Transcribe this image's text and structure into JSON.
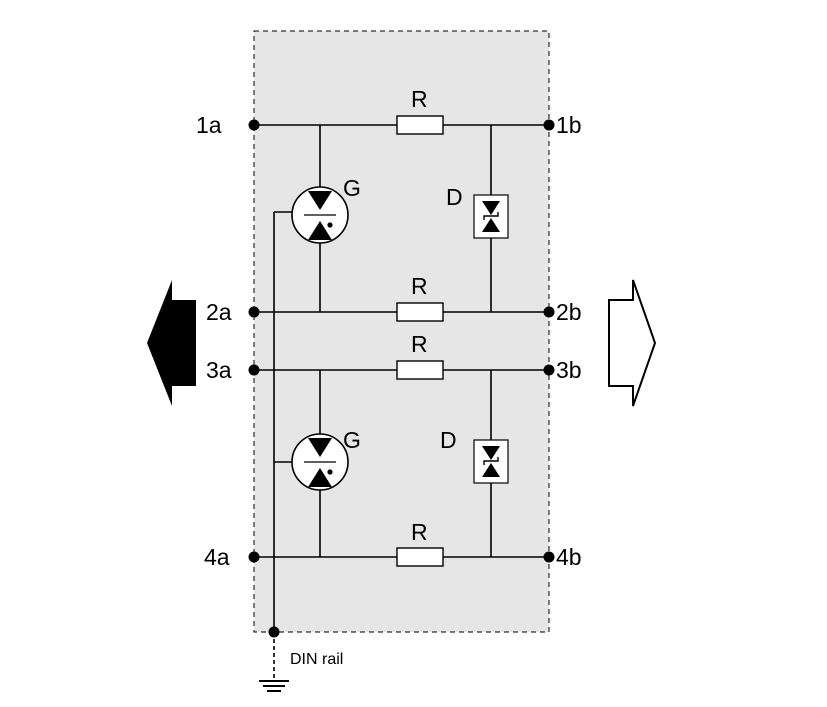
{
  "terminals": {
    "t1a": "1a",
    "t1b": "1b",
    "t2a": "2a",
    "t2b": "2b",
    "t3a": "3a",
    "t3b": "3b",
    "t4a": "4a",
    "t4b": "4b"
  },
  "components": {
    "resistor": "R",
    "gas_discharge_tube": "G",
    "diode": "D"
  },
  "ground_label": "DIN rail",
  "colors": {
    "enclosure_fill": "#e6e6e6",
    "line": "#000000",
    "arrow_left_fill": "#000000",
    "arrow_right_fill": "#ffffff"
  }
}
